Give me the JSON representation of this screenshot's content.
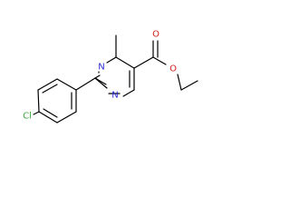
{
  "molecule": {
    "atoms": [
      {
        "id": "cl",
        "label": "Cl",
        "color": "#3daa3a"
      },
      {
        "id": "n1",
        "label": "N",
        "color": "#2b2bd8"
      },
      {
        "id": "n2",
        "label": "N",
        "color": "#2b2bd8"
      },
      {
        "id": "o_carbonyl",
        "label": "O",
        "color": "#d42020"
      },
      {
        "id": "o_ester",
        "label": "O",
        "color": "#d42020"
      }
    ],
    "bond_color": "#000000"
  }
}
